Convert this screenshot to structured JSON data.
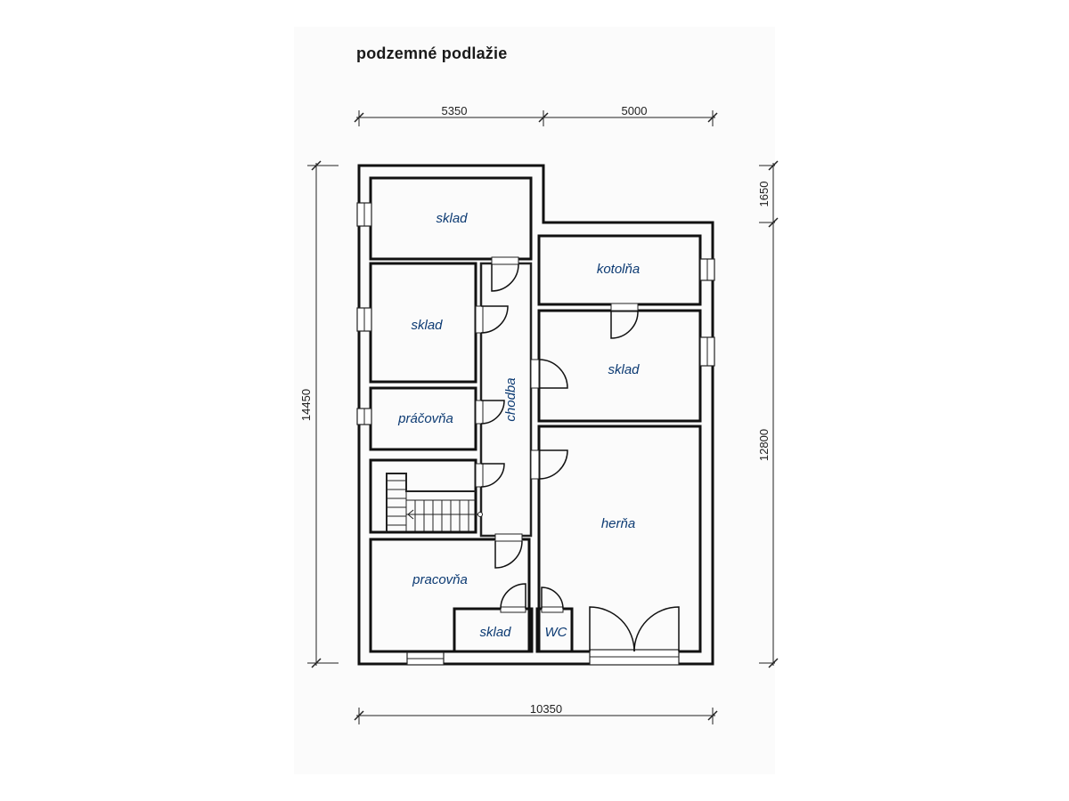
{
  "title": "podzemné podlažie",
  "dimensions": {
    "top_left": "5350",
    "top_right": "5000",
    "bottom": "10350",
    "left": "14450",
    "right_top": "1650",
    "right_main": "12800"
  },
  "rooms": {
    "sklad_1": "sklad",
    "sklad_2": "sklad",
    "pracovna_small": "práčovňa",
    "chodba": "chodba",
    "kotolna": "kotolňa",
    "sklad_3": "sklad",
    "herna": "herňa",
    "pracovna": "pracovňa",
    "sklad_4": "sklad",
    "wc": "WC"
  }
}
